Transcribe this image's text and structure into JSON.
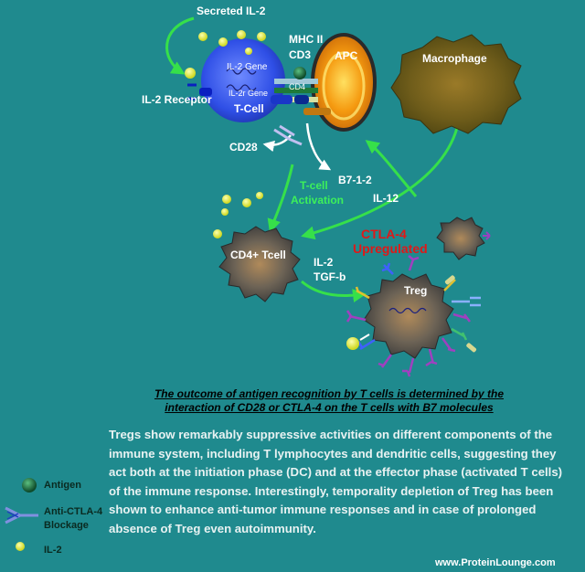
{
  "diagram": {
    "secreted_il2": "Secreted IL-2",
    "mhc_ii": "MHC II",
    "cd3": "CD3",
    "apc": "APC",
    "macrophage": "Macrophage",
    "il2_gene": "IL-2 Gene",
    "il2r_gene": "IL-2r Gene",
    "cd4": "CD4",
    "tcell": "T-Cell",
    "il2_receptor": "IL-2 Receptor",
    "cd28": "CD28",
    "b7": "B7-1-2",
    "tcell_activation_1": "T-cell",
    "tcell_activation_2": "Activation",
    "il12": "IL-12",
    "cd4_tcell": "CD4+ Tcell",
    "ctla4_1": "CTLA-4",
    "ctla4_2": "Upregulated",
    "il2_2": "IL-2",
    "tgfb": "TGF-b",
    "treg": "Treg"
  },
  "caption": {
    "line1": "The outcome of antigen recognition by T cells is determined by the",
    "line2": "interaction of CD28 or CTLA-4 on the T cells with B7 molecules"
  },
  "body_text": "Tregs show remarkably suppressive activities on different components of the immune system, including T lymphocytes and dendritic cells, suggesting they act both at the initiation phase (DC) and at the effector phase (activated T cells) of the immune response. Interestingly, temporality depletion of Treg has been shown to enhance anti-tumor immune responses and in case of prolonged absence of Treg even autoimmunity.",
  "legend": {
    "antigen": "Antigen",
    "anti_ctla4_1": "Anti-CTLA-4",
    "anti_ctla4_2": "Blockage",
    "il2": "IL-2"
  },
  "website": "www.ProteinLounge.com",
  "colors": {
    "background": "#1f8a8e",
    "arrow_green": "#36e04a",
    "tcell_blue": "#3355ee",
    "apc_orange": "#f5a010",
    "il2_yellow": "#e8f040",
    "label_red": "#e01818"
  }
}
